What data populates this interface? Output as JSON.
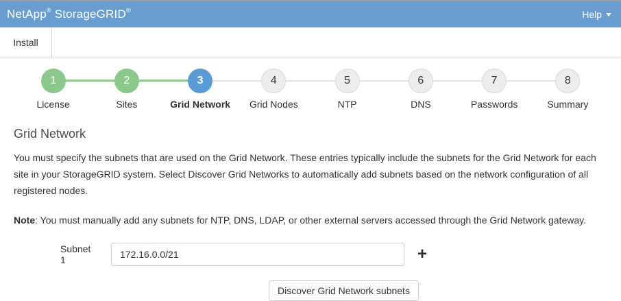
{
  "header": {
    "brand": {
      "name1": "NetApp",
      "reg1": "®",
      "name2": "StorageGRID",
      "reg2": "®"
    },
    "help_label": "Help"
  },
  "tabs": {
    "install_label": "Install"
  },
  "stepper": {
    "steps": [
      {
        "num": "1",
        "label": "License",
        "state": "done",
        "line_left": "none",
        "line_right": "green"
      },
      {
        "num": "2",
        "label": "Sites",
        "state": "done",
        "line_left": "green",
        "line_right": "green"
      },
      {
        "num": "3",
        "label": "Grid Network",
        "state": "active",
        "line_left": "green",
        "line_right": "gray"
      },
      {
        "num": "4",
        "label": "Grid Nodes",
        "state": "todo",
        "line_left": "gray",
        "line_right": "gray"
      },
      {
        "num": "5",
        "label": "NTP",
        "state": "todo",
        "line_left": "gray",
        "line_right": "gray"
      },
      {
        "num": "6",
        "label": "DNS",
        "state": "todo",
        "line_left": "gray",
        "line_right": "gray"
      },
      {
        "num": "7",
        "label": "Passwords",
        "state": "todo",
        "line_left": "gray",
        "line_right": "gray"
      },
      {
        "num": "8",
        "label": "Summary",
        "state": "todo",
        "line_left": "gray",
        "line_right": "none"
      }
    ]
  },
  "main": {
    "title": "Grid Network",
    "description": "You must specify the subnets that are used on the Grid Network. These entries typically include the subnets for the Grid Network for each site in your StorageGRID system. Select Discover Grid Networks to automatically add subnets based on the network configuration of all registered nodes.",
    "note_label": "Note",
    "note_text": ": You must manually add any subnets for NTP, DNS, LDAP, or other external servers accessed through the Grid Network gateway.",
    "form": {
      "subnet_label": "Subnet 1",
      "subnet_value": "172.16.0.0/21",
      "add_icon": "+",
      "discover_button_label": "Discover Grid Network subnets"
    }
  },
  "colors": {
    "header_blue": "#6a9dcf",
    "step_done_green": "#8cc88c",
    "step_active_blue": "#5b9bd5",
    "step_todo_gray": "#ededed"
  }
}
